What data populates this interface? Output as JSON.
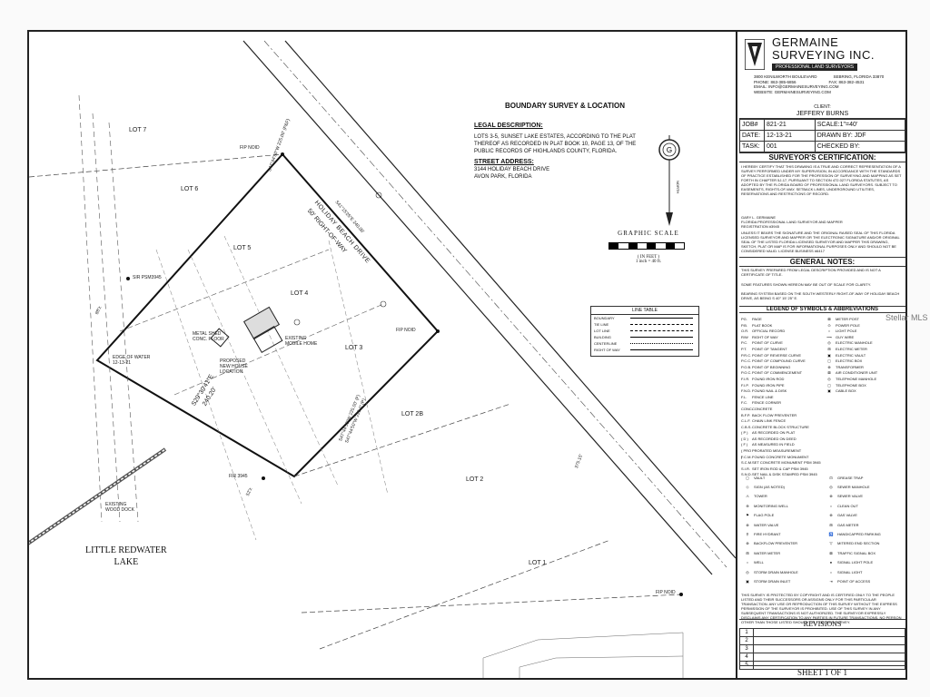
{
  "survey": {
    "title": "BOUNDARY SURVEY & LOCATION",
    "legal_heading": "LEGAL DESCRIPTION:",
    "legal_lines": [
      "LOTS 3-5, SUNSET LAKE ESTATES, ACCORDING TO THE PLAT",
      "THEREOF AS RECORDED IN PLAT BOOK 10, PAGE 13, OF THE",
      "PUBLIC RECORDS OF HIGHLANDS COUNTY, FLORIDA."
    ],
    "address_heading": "STREET ADDRESS:",
    "address_lines": [
      "3144 HOLIDAY BEACH DRIVE",
      "AVON PARK, FLORIDA"
    ]
  },
  "map": {
    "lots": [
      "LOT 7",
      "LOT 6",
      "LOT 5",
      "LOT 4",
      "LOT 3",
      "LOT 2B",
      "LOT 2",
      "LOT 1"
    ],
    "road_name": "HOLIDAY BEACH DRIVE",
    "road_row": "50' RIGHT-OF-WAY",
    "lake_line1": "LITTLE REDWATER",
    "lake_line2": "LAKE",
    "markers": {
      "fip_top": "FIP NOID",
      "sir": "SIR PSM3945",
      "fip_mid": "FIP NOID",
      "fir": "FIR 3945",
      "fip_bottom": "FIP NOID"
    },
    "bearings": {
      "north_line": "S47°44'50\"W 225.00' (P&F)",
      "road_bearing": "S41°15'25\"E 240.00'",
      "west_line": "S29°30'41\"E",
      "west_dist": "240.20'",
      "south_line_1": "S47°44'50\"W 225.00' (F)",
      "south_line_2": "S47°44'50\"W 225.0' (P)",
      "road_dist": "375.15'",
      "dim_1": "88'±",
      "dim_2": "52'±"
    },
    "features": {
      "shed": "METAL SHED CONC. FLOOR",
      "home": "EXISTING MOBILE HOME",
      "proposed": "PROPOSED NEW HOUSE LOCATION",
      "water_edge_1": "EDGE OF WATER",
      "water_edge_2": "12-13-21",
      "dock_1": "EXISTING",
      "dock_2": "WOOD DOCK"
    }
  },
  "scale": {
    "title": "GRAPHIC SCALE",
    "unit": "( IN FEET )",
    "ratio": "1 inch = 40 ft."
  },
  "line_table": {
    "title": "LINE TABLE",
    "rows": [
      "BOUNDARY",
      "TIE LINE",
      "LOT LINE",
      "BUILDING",
      "CENTERLINE",
      "RIGHT OF WAY"
    ]
  },
  "compass": {
    "letter": "G",
    "label": "NORTH"
  },
  "company": {
    "name1": "GERMAINE",
    "name2": "SURVEYING INC.",
    "tagline": "PROFESSIONAL LAND SURVEYORS",
    "address": "3800 KENILWORTH BOULEVARD",
    "city": "SEBRING, FLORIDA 33870",
    "phone": "PHONE: 863-385-6856",
    "fax": "FAX: 863-382-4531",
    "email": "EMAIL: INFO@GERMAINESURVEYING.COM",
    "website": "WEBSITE: GERMAINESURVEYING.COM"
  },
  "client": {
    "heading": "CLIENT:",
    "name": "JEFFERY BURNS"
  },
  "job": {
    "job_label": "JOB#",
    "job_value": "821-21",
    "scale_label": "SCALE:",
    "scale_value": "1\"=40'",
    "date_label": "DATE:",
    "date_value": "12-13-21",
    "drawn_label": "DRAWN BY:",
    "drawn_value": "JDF",
    "task_label": "TASK:",
    "task_value": "001",
    "checked_label": "CHECKED BY:",
    "checked_value": ""
  },
  "cert": {
    "heading": "SURVEYOR'S CERTIFICATION:",
    "text": "I HEREBY CERTIFY THAT THIS DRAWING IS A TRUE AND CORRECT REPRESENTATION OF A SURVEY PERFORMED UNDER MY SUPERVISION, IN ACCORDANCE WITH THE STANDARDS OF PRACTICE ESTABLISHED FOR THE PROFESSION OF SURVEYING AND MAPPING AS SET FORTH IN CHAPTER 5J-17, PURSUANT TO SECTION 472.027 FLORIDA STATUTES, AS ADOPTED BY THE FLORIDA BOARD OF PROFESSIONAL LAND SURVEYORS. SUBJECT TO EASEMENTS, RIGHTS-OF-WAY, SETBACK LINES, UNDERGROUND UTILITIES, RESERVATIONS AND RESTRICTIONS OF RECORD.",
    "signer": "GARY L. GERMAINE",
    "signer_title": "FLORIDA PROFESSIONAL LAND SURVEYOR AND MAPPER",
    "registration": "REGISTRATION #3945",
    "seal_text": "UNLESS IT BEARS THE SIGNATURE AND THE ORIGINAL RAISED SEAL OF THIS FLORIDA LICENSED SURVEYOR AND MAPPER OR THE ELECTRONIC SIGNATURE AND/OR ORIGINAL SEAL OF THE LISTED FLORIDA LICENSED SURVEYOR AND MAPPER THIS DRAWING, SKETCH, PLAT OR MAP IS FOR INFORMATIONAL PURPOSES ONLY AND SHOULD NOT BE CONSIDERED VALID. LICENSE BUSINESS #6417"
  },
  "notes": {
    "heading": "GENERAL NOTES:",
    "items": [
      "THIS SURVEY PREPARED FROM LEGAL DESCRIPTION PROVIDED AND IS NOT A CERTIFICATE OF TITLE.",
      "SOME FEATURES SHOWN HEREON MAY BE OUT OF SCALE FOR CLARITY.",
      "BEARING SYSTEM BASED ON THE SOUTH WESTERLY RIGHT-OF-WAY OF HOLIDAY BEACH DRIVE, AS BEING S 40° 15' 25\" E."
    ]
  },
  "legend": {
    "heading": "LEGEND OF SYMBOLS & ABBREVIATIONS",
    "abbrevs": [
      [
        "PG.",
        "PAGE"
      ],
      [
        "P.B.",
        "PLAT BOOK"
      ],
      [
        "O.R.",
        "OFFICIAL RECORD"
      ],
      [
        "R/W",
        "RIGHT OF WAY"
      ],
      [
        "P.C.",
        "POINT OF CURVE"
      ],
      [
        "P.T.",
        "POINT OF TANGENT"
      ],
      [
        "P.R.C.",
        "POINT OF REVERSE CURVE"
      ],
      [
        "P.C.C.",
        "POINT OF COMPOUND CURVE"
      ],
      [
        "P.O.B.",
        "POINT OF BEGINNING"
      ],
      [
        "P.O.C.",
        "POINT OF COMMENCEMENT"
      ],
      [
        "F.I.R.",
        "FOUND IRON ROD"
      ],
      [
        "F.I.P.",
        "FOUND IRON PIPE"
      ],
      [
        "F.N.D.",
        "FOUND NAIL & DISK"
      ],
      [
        "F.L.",
        "FENCE LINE"
      ],
      [
        "F.C.",
        "FENCE CORNER"
      ],
      [
        "CONC.",
        "CONCRETE"
      ],
      [
        "B.F.P.",
        "BACK FLOW PREVENTER"
      ],
      [
        "C.L.F.",
        "CHAIN LINK FENCE"
      ],
      [
        "C.B.S.",
        "CONCRETE BLOCK STRUCTURE"
      ],
      [
        "( P )",
        "AS RECORDED ON PLAT"
      ],
      [
        "( D )",
        "AS RECORDED ON DEED"
      ],
      [
        "( F )",
        "AS MEASURED IN FIELD"
      ],
      [
        "( PRO )",
        "PRORATED MEASUREMENT"
      ],
      [
        "F.C.M.",
        "FOUND CONCRETE MONUMENT"
      ],
      [
        "S.C.M.",
        "SET CONCRETE MONUMENT PSM 3945"
      ],
      [
        "S.I.R.",
        "SET IRON ROD & CAP PSM 3945"
      ],
      [
        "S.N.D.",
        "SET NAIL & DISK STAMPED PSM 3945"
      ]
    ],
    "symbols_right": [
      "METER POST",
      "POWER POLE",
      "LIGHT POLE",
      "GUY WIRE",
      "ELECTRIC MANHOLE",
      "ELECTRIC METER",
      "ELECTRIC VAULT",
      "ELECTRIC BOX",
      "TRANSFORMER",
      "AIR CONDITIONER UNIT",
      "TELEPHONE MANHOLE",
      "TELEPHONE BOX",
      "CABLE BOX"
    ],
    "symbols_left": [
      "VAULT",
      "SIGN (AS NOTED)",
      "TOWER",
      "MONITORING WELL",
      "FLAG POLE",
      "WATER VALVE",
      "FIRE HYDRANT",
      "BACKFLOW PREVENTER",
      "WATER METER",
      "WELL",
      "STORM DRAIN MANHOLE",
      "STORM DRAIN INLET"
    ],
    "symbols_right2": [
      "GREASE TRAP",
      "SEWER MANHOLE",
      "SEWER VALVE",
      "CLEAN OUT",
      "GAS VALVE",
      "GAS METER",
      "HANDICAPPED PARKING",
      "MITERED END SECTION",
      "TRAFFIC SIGNAL BOX",
      "SIGNAL LIGHT POLE",
      "SIGNAL LIGHT",
      "POINT OF ACCESS"
    ]
  },
  "copyright": "THIS SURVEY IS PROTECTED BY COPYRIGHT AND IS CERTIFIED ONLY TO THE PEOPLE LISTED AND THEIR SUCCESSORS OR ASSIGNS ONLY FOR THIS PARTICULAR TRANSACTION. ANY USE OR REPRODUCTION OF THIS SURVEY WITHOUT THE EXPRESS PERMISSION OF THE SURVEYOR IS PROHIBITED. USE OF THIS SURVEY IN ANY SUBSEQUENT TRANSACTIONS IS NOT AUTHORIZED. THE SURVEYOR EXPRESSLY DISCLAIMS ANY CERTIFICATION TO ANY PARTIES IN FUTURE TRANSACTIONS. NO PERSON OTHER THAN THOSE LISTED SHOULD RELY ON THIS SURVEY.",
  "revisions": {
    "heading": "REVISIONS",
    "rows": [
      "1",
      "2",
      "3",
      "4",
      "5"
    ]
  },
  "sheet": "SHEET 1 OF 1",
  "watermark": "Stellar MLS"
}
